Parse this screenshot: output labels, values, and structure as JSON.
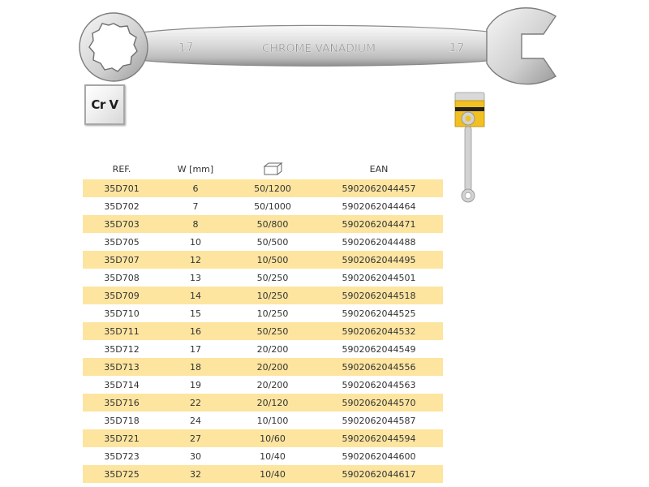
{
  "hero": {
    "ring_size": "17",
    "shank_text": "CHROME VANADIUM",
    "open_size": "17"
  },
  "badge": {
    "text": "Cr V"
  },
  "table": {
    "headers": {
      "ref": "REF.",
      "width": "W [mm]",
      "pack_icon": "box-icon",
      "ean": "EAN"
    },
    "rows": [
      [
        "35D701",
        "6",
        "50/1200",
        "5902062044457"
      ],
      [
        "35D702",
        "7",
        "50/1000",
        "5902062044464"
      ],
      [
        "35D703",
        "8",
        "50/800",
        "5902062044471"
      ],
      [
        "35D705",
        "10",
        "50/500",
        "5902062044488"
      ],
      [
        "35D707",
        "12",
        "10/500",
        "5902062044495"
      ],
      [
        "35D708",
        "13",
        "50/250",
        "5902062044501"
      ],
      [
        "35D709",
        "14",
        "10/250",
        "5902062044518"
      ],
      [
        "35D710",
        "15",
        "10/250",
        "5902062044525"
      ],
      [
        "35D711",
        "16",
        "50/250",
        "5902062044532"
      ],
      [
        "35D712",
        "17",
        "20/200",
        "5902062044549"
      ],
      [
        "35D713",
        "18",
        "20/200",
        "5902062044556"
      ],
      [
        "35D714",
        "19",
        "20/200",
        "5902062044563"
      ],
      [
        "35D716",
        "22",
        "20/120",
        "5902062044570"
      ],
      [
        "35D718",
        "24",
        "10/100",
        "5902062044587"
      ],
      [
        "35D721",
        "27",
        "10/60",
        "5902062044594"
      ],
      [
        "35D723",
        "30",
        "10/40",
        "5902062044600"
      ],
      [
        "35D725",
        "32",
        "10/40",
        "5902062044617"
      ]
    ]
  },
  "colors": {
    "row_stripe": "#fde5a0",
    "text": "#333333"
  }
}
